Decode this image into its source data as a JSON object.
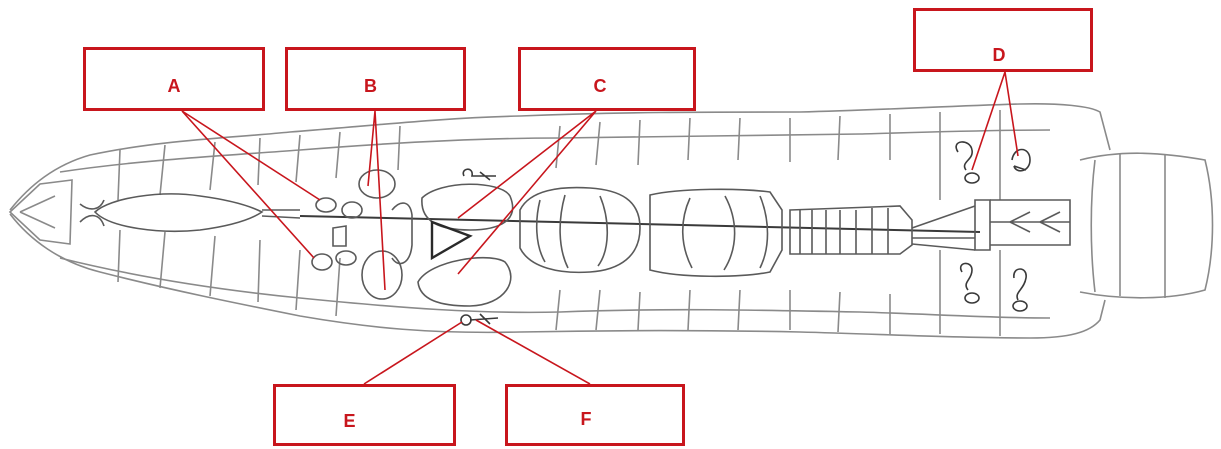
{
  "labels": {
    "a": "A",
    "b": "B",
    "c": "C",
    "d": "D",
    "e": "E",
    "f": "F"
  },
  "colors": {
    "label_red": "#c8161d",
    "sketch_gray": "#8a8a8a",
    "sketch_dark": "#3a3a3a"
  }
}
